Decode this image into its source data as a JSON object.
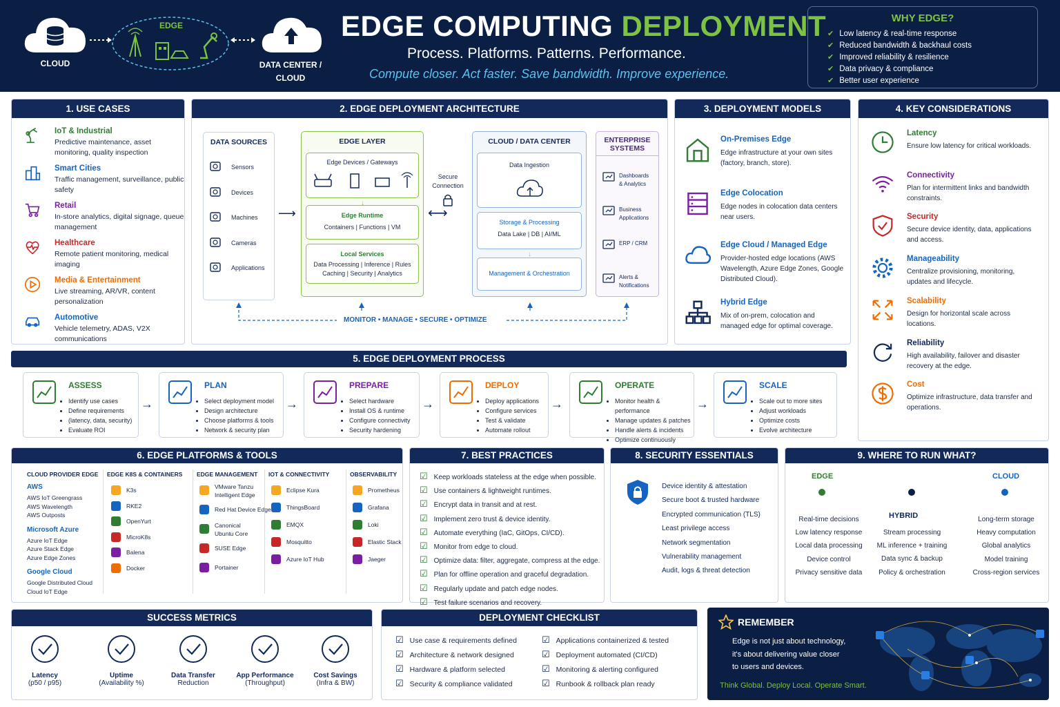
{
  "header": {
    "title_main": "EDGE COMPUTING ",
    "title_accent": "DEPLOYMENT",
    "subtitle": "Process. Platforms. Patterns. Performance.",
    "tagline": "Compute closer. Act faster. Save bandwidth. Improve experience.",
    "cloud_label": "CLOUD",
    "edge_label": "EDGE",
    "dc_label_1": "DATA CENTER /",
    "dc_label_2": "CLOUD"
  },
  "why_edge": {
    "title": "WHY EDGE?",
    "items": [
      "Low latency & real-time response",
      "Reduced bandwidth & backhaul costs",
      "Improved reliability & resilience",
      "Data privacy & compliance",
      "Better user experience"
    ]
  },
  "use_cases": {
    "title": "1. USE CASES",
    "items": [
      {
        "title": "IoT & Industrial",
        "desc": "Predictive maintenance, asset monitoring, quality inspection",
        "color": "#2e7d32",
        "icon": "robot-arm-icon"
      },
      {
        "title": "Smart Cities",
        "desc": "Traffic management, surveillance, public safety",
        "color": "#1565c0",
        "icon": "city-icon"
      },
      {
        "title": "Retail",
        "desc": "In-store analytics, digital signage, queue management",
        "color": "#7b1fa2",
        "icon": "cart-icon"
      },
      {
        "title": "Healthcare",
        "desc": "Remote patient monitoring, medical imaging",
        "color": "#c62828",
        "icon": "heart-icon"
      },
      {
        "title": "Media & Entertainment",
        "desc": "Live streaming, AR/VR, content personalization",
        "color": "#ef6c00",
        "icon": "play-icon"
      },
      {
        "title": "Automotive",
        "desc": "Vehicle telemetry, ADAS, V2X communications",
        "color": "#1565c0",
        "icon": "car-icon"
      }
    ]
  },
  "architecture": {
    "title": "2. EDGE DEPLOYMENT ARCHITECTURE",
    "data_sources": {
      "title": "DATA SOURCES",
      "items": [
        "Sensors",
        "Devices",
        "Machines",
        "Cameras",
        "Applications"
      ]
    },
    "edge_layer": {
      "title": "EDGE LAYER",
      "devices": "Edge Devices / Gateways",
      "runtime": "Edge Runtime",
      "runtime_items": "Containers  |  Functions  |  VM",
      "services": "Local Services",
      "services_1": "Data Processing  |  Inference  |  Rules",
      "services_2": "Caching  |  Security  |  Analytics"
    },
    "secure_1": "Secure",
    "secure_2": "Connection",
    "cloud": {
      "title": "CLOUD / DATA CENTER",
      "ingestion": "Data Ingestion",
      "storage": "Storage & Processing",
      "storage_items": "Data Lake  |  DB  |  AI/ML",
      "mgmt": "Management & Orchestration"
    },
    "enterprise": {
      "title_1": "ENTERPRISE",
      "title_2": "SYSTEMS",
      "items": [
        [
          "Dashboards",
          "& Analytics"
        ],
        [
          "Business",
          "Applications"
        ],
        [
          "ERP / CRM",
          ""
        ],
        [
          "Alerts &",
          "Notifications"
        ]
      ]
    },
    "loop": "MONITOR  •  MANAGE  •  SECURE  •  OPTIMIZE"
  },
  "models": {
    "title": "3. DEPLOYMENT MODELS",
    "items": [
      {
        "title": "On-Premises Edge",
        "desc": "Edge infrastructure at your own sites (factory, branch, store).",
        "color": "#2e7d32",
        "icon": "house-icon"
      },
      {
        "title": "Edge Colocation",
        "desc": "Edge nodes in colocation data centers near users.",
        "color": "#7b1fa2",
        "icon": "server-rack-icon"
      },
      {
        "title": "Edge Cloud / Managed Edge",
        "desc": "Provider-hosted edge locations (AWS Wavelength, Azure Edge Zones, Google Distributed Cloud).",
        "color": "#1565c0",
        "icon": "cloud-icon"
      },
      {
        "title": "Hybrid Edge",
        "desc": "Mix of on-prem, colocation and managed edge for optimal coverage.",
        "color": "#12295a",
        "icon": "hierarchy-icon"
      }
    ]
  },
  "considerations": {
    "title": "4. KEY CONSIDERATIONS",
    "items": [
      {
        "title": "Latency",
        "desc": "Ensure low latency for critical workloads.",
        "color": "#2e7d32",
        "icon": "clock-icon"
      },
      {
        "title": "Connectivity",
        "desc": "Plan for intermittent links and bandwidth constraints.",
        "color": "#7b1fa2",
        "icon": "wifi-icon"
      },
      {
        "title": "Security",
        "desc": "Secure device identity, data, applications and access.",
        "color": "#c62828",
        "icon": "shield-icon"
      },
      {
        "title": "Manageability",
        "desc": "Centralize provisioning, monitoring, updates and lifecycle.",
        "color": "#1565c0",
        "icon": "gear-icon"
      },
      {
        "title": "Scalability",
        "desc": "Design for horizontal scale across locations.",
        "color": "#ef6c00",
        "icon": "expand-icon"
      },
      {
        "title": "Reliability",
        "desc": "High availability, failover and disaster recovery at the edge.",
        "color": "#12295a",
        "icon": "refresh-icon"
      },
      {
        "title": "Cost",
        "desc": "Optimize infrastructure, data transfer and operations.",
        "color": "#ef6c00",
        "icon": "dollar-icon"
      }
    ]
  },
  "process": {
    "title": "5. EDGE DEPLOYMENT PROCESS",
    "steps": [
      {
        "title": "ASSESS",
        "color": "#2e7d32",
        "icon": "magnifier-chart-icon",
        "items": [
          "Identify use cases",
          "Define requirements",
          "(latency, data, security)",
          "Evaluate ROI"
        ]
      },
      {
        "title": "PLAN",
        "color": "#1565c0",
        "icon": "document-icon",
        "items": [
          "Select deployment model",
          "Design architecture",
          "Choose platforms & tools",
          "Network & security plan"
        ]
      },
      {
        "title": "PREPARE",
        "color": "#7b1fa2",
        "icon": "package-icon",
        "items": [
          "Select hardware",
          "Install OS & runtime",
          "Configure connectivity",
          "Security hardening"
        ]
      },
      {
        "title": "DEPLOY",
        "color": "#ef6c00",
        "icon": "rocket-icon",
        "items": [
          "Deploy applications",
          "Configure services",
          "Test & validate",
          "Automate rollout"
        ]
      },
      {
        "title": "OPERATE",
        "color": "#2e7d32",
        "icon": "monitor-chart-icon",
        "items": [
          "Monitor health & performance",
          "Manage updates & patches",
          "Handle alerts & incidents",
          "Optimize continuously"
        ]
      },
      {
        "title": "SCALE",
        "color": "#1565c0",
        "icon": "expand-arrows-icon",
        "items": [
          "Scale out to more sites",
          "Adjust workloads",
          "Optimize costs",
          "Evolve architecture"
        ]
      }
    ]
  },
  "platforms": {
    "title": "6. EDGE PLATFORMS & TOOLS",
    "cloud_col": {
      "title": "CLOUD PROVIDER EDGE",
      "groups": [
        {
          "name": "AWS",
          "items": [
            "AWS IoT Greengrass",
            "AWS Wavelength",
            "AWS Outposts"
          ]
        },
        {
          "name": "Microsoft Azure",
          "items": [
            "Azure IoT Edge",
            "Azure Stack Edge",
            "Azure Edge Zones"
          ]
        },
        {
          "name": "Google Cloud",
          "items": [
            "Google Distributed Cloud",
            "Cloud IoT Edge"
          ]
        }
      ]
    },
    "cols": [
      {
        "title": "EDGE K8S & CONTAINERS",
        "items": [
          "K3s",
          "RKE2",
          "OpenYurt",
          "MicroK8s",
          "Balena",
          "Docker"
        ]
      },
      {
        "title": "EDGE MANAGEMENT",
        "items": [
          "VMware Tanzu|Intelligent Edge",
          "Red Hat Device Edge",
          "Canonical|Ubuntu Core",
          "SUSE Edge",
          "Portainer"
        ]
      },
      {
        "title": "IOT & CONNECTIVITY",
        "items": [
          "Eclipse Kura",
          "ThingsBoard",
          "EMQX",
          "Mosquitto",
          "Azure IoT Hub"
        ]
      },
      {
        "title": "OBSERVABILITY",
        "items": [
          "Prometheus",
          "Grafana",
          "Loki",
          "Elastic Stack",
          "Jaeger"
        ]
      }
    ]
  },
  "best_practices": {
    "title": "7. BEST PRACTICES",
    "items": [
      "Keep workloads stateless at the edge when possible.",
      "Use containers & lightweight runtimes.",
      "Encrypt data in transit and at rest.",
      "Implement zero trust & device identity.",
      "Automate everything (IaC, GitOps, CI/CD).",
      "Monitor from edge to cloud.",
      "Optimize data: filter, aggregate, compress at the edge.",
      "Plan for offline operation and graceful degradation.",
      "Regularly update and patch edge nodes.",
      "Test failure scenarios and recovery."
    ]
  },
  "security": {
    "title": "8. SECURITY ESSENTIALS",
    "items": [
      "Device identity & attestation",
      "Secure boot & trusted hardware",
      "Encrypted communication (TLS)",
      "Least privilege access",
      "Network segmentation",
      "Vulnerability management",
      "Audit, logs & threat detection"
    ]
  },
  "where": {
    "title": "9. WHERE TO RUN WHAT?",
    "edge_label": "EDGE",
    "hybrid_label": "HYBRID",
    "cloud_label": "CLOUD",
    "edge_items": [
      "Real-time decisions",
      "Low latency response",
      "Local data processing",
      "Device control",
      "Privacy sensitive data"
    ],
    "hybrid_items": [
      "Stream processing",
      "ML inference + training",
      "Data sync & backup",
      "Policy & orchestration"
    ],
    "cloud_items": [
      "Long-term storage",
      "Heavy computation",
      "Global analytics",
      "Model training",
      "Cross-region services"
    ]
  },
  "metrics": {
    "title": "SUCCESS METRICS",
    "items": [
      {
        "title": "Latency",
        "sub": "(p50 / p95)",
        "icon": "gauge-icon"
      },
      {
        "title": "Uptime",
        "sub": "(Availability %)",
        "icon": "check-circle-icon"
      },
      {
        "title": "Data Transfer",
        "sub": "Reduction",
        "icon": "data-transfer-icon"
      },
      {
        "title": "App Performance",
        "sub": "(Throughput)",
        "icon": "bar-chart-icon"
      },
      {
        "title": "Cost Savings",
        "sub": "(Infra & BW)",
        "icon": "savings-icon"
      }
    ]
  },
  "checklist": {
    "title": "DEPLOYMENT CHECKLIST",
    "left": [
      "Use case & requirements defined",
      "Architecture & network designed",
      "Hardware & platform selected",
      "Security & compliance validated"
    ],
    "right": [
      "Applications containerized & tested",
      "Deployment automated (CI/CD)",
      "Monitoring & alerting configured",
      "Runbook & rollback plan ready"
    ]
  },
  "remember": {
    "title": "REMEMBER",
    "lines": [
      "Edge is not just about technology,",
      "it's about delivering value closer",
      "to users and devices."
    ],
    "tagline": "Think Global. Deploy Local. Operate Smart."
  },
  "colors": {
    "navy": "#0b1e44",
    "panel_header": "#12295a",
    "green": "#7ec242",
    "blue": "#1565c0"
  }
}
